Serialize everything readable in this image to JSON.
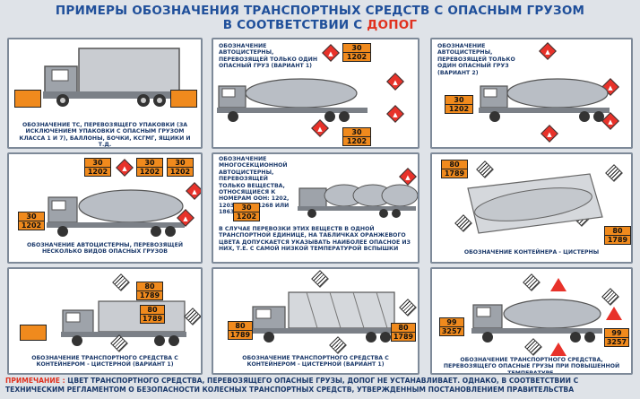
{
  "header": {
    "line1": "ПРИМЕРЫ ОБОЗНАЧЕНИЯ ТРАНСПОРТНЫХ СРЕДСТВ С ОПАСНЫМ ГРУЗОМ",
    "line2_prefix": "В СООТВЕТСТВИИ С",
    "line2_accent": "ДОПОГ"
  },
  "colors": {
    "title": "#1f4f9a",
    "accent": "#e0311f",
    "plate": "#f08a1d",
    "hazard_red": "#e8322a"
  },
  "panels": {
    "p1": {
      "caption": "ОБОЗНАЧЕНИЕ ТС, ПЕРЕВОЗЯЩЕГО УПАКОВКИ (ЗА ИСКЛЮЧЕНИЕМ УПАКОВКИ С ОПАСНЫМ ГРУЗОМ КЛАССА 1 И 7), БАЛЛОНЫ, БОЧКИ, КСГМГ, ЯЩИКИ И Т.Д."
    },
    "p2": {
      "caption": "ОБОЗНАЧЕНИЕ АВТОЦИСТЕРНЫ, ПЕРЕВОЗЯЩЕЙ ТОЛЬКО ОДИН ОПАСНЫЙ ГРУЗ (ВАРИАНТ 1)",
      "hazard_id": "30",
      "un_number": "1202"
    },
    "p3": {
      "caption": "ОБОЗНАЧЕНИЕ АВТОЦИСТЕРНЫ, ПЕРЕВОЗЯЩЕЙ ТОЛЬКО ОДИН ОПАСНЫЙ ГРУЗ (ВАРИАНТ 2)",
      "hazard_id": "30",
      "un_number": "1202"
    },
    "p4": {
      "caption": "ОБОЗНАЧЕНИЕ АВТОЦИСТЕРНЫ, ПЕРЕВОЗЯЩЕЙ НЕСКОЛЬКО ВИДОВ ОПАСНЫХ ГРУЗОВ",
      "hazard_id": "30",
      "un_number": "1202"
    },
    "p5": {
      "caption_top": "ОБОЗНАЧЕНИЕ МНОГОСЕКЦИОННОЙ АВТОЦИСТЕРНЫ, ПЕРЕВОЗЯЩЕЙ ТОЛЬКО ВЕЩЕСТВА, ОТНОСЯЩИЕСЯ К НОМЕРАМ ООН: 1202, 1203, 1223, 1268 ИЛИ 1863.",
      "caption_bottom": "В СЛУЧАЕ ПЕРЕВОЗКИ ЭТИХ ВЕЩЕСТВ В ОДНОЙ ТРАНСПОРТНОЙ ЕДИНИЦЕ, НА ТАБЛИЧКАХ ОРАНЖЕВОГО ЦВЕТА ДОПУСКАЕТСЯ УКАЗЫВАТЬ НАИБОЛЕЕ ОПАСНОЕ ИЗ НИХ, Т.Е. С САМОЙ НИЗКОЙ ТЕМПЕРАТУРОЙ ВСПЫШКИ",
      "hazard_id": "30",
      "un_number": "1202"
    },
    "p6": {
      "caption": "ОБОЗНАЧЕНИЕ КОНТЕЙНЕРА - ЦИСТЕРНЫ",
      "hazard_id": "80",
      "un_number": "1789"
    },
    "p7": {
      "caption": "ОБОЗНАЧЕНИЕ ТРАНСПОРТНОГО СРЕДСТВА С КОНТЕЙНЕРОМ - ЦИСТЕРНОЙ (ВАРИАНТ 1)",
      "hazard_id": "80",
      "un_number": "1789"
    },
    "p8": {
      "caption": "ОБОЗНАЧЕНИЕ ТРАНСПОРТНОГО СРЕДСТВА С КОНТЕЙНЕРОМ - ЦИСТЕРНОЙ (ВАРИАНТ 1)",
      "hazard_id": "80",
      "un_number": "1789"
    },
    "p9": {
      "caption": "ОБОЗНАЧЕНИЕ ТРАНСПОРТНОГО СРЕДСТВА, ПЕРЕВОЗЯЩЕГО ОПАСНЫЕ ГРУЗЫ ПРИ ПОВЫШЕННОЙ ТЕМПЕРАТУРЕ.",
      "hazard_id": "99",
      "un_number": "3257"
    }
  },
  "note": {
    "label": "ПРИМЕЧАНИЕ :",
    "text": "ЦВЕТ ТРАНСПОРТНОГО СРЕДСТВА, ПЕРЕВОЗЯЩЕГО ОПАСНЫЕ ГРУЗЫ, ДОПОГ НЕ УСТАНАВЛИВАЕТ. ОДНАКО, В СООТВЕТСТВИИ С ТЕХНИЧЕСКИМ РЕГЛАМЕНТОМ О БЕЗОПАСНОСТИ КОЛЕСНЫХ ТРАНСПОРТНЫХ СРЕДСТВ, УТВЕРЖДЕННЫМ ПОСТАНОВЛЕНИЕМ ПРАВИТЕЛЬСТВА"
  }
}
